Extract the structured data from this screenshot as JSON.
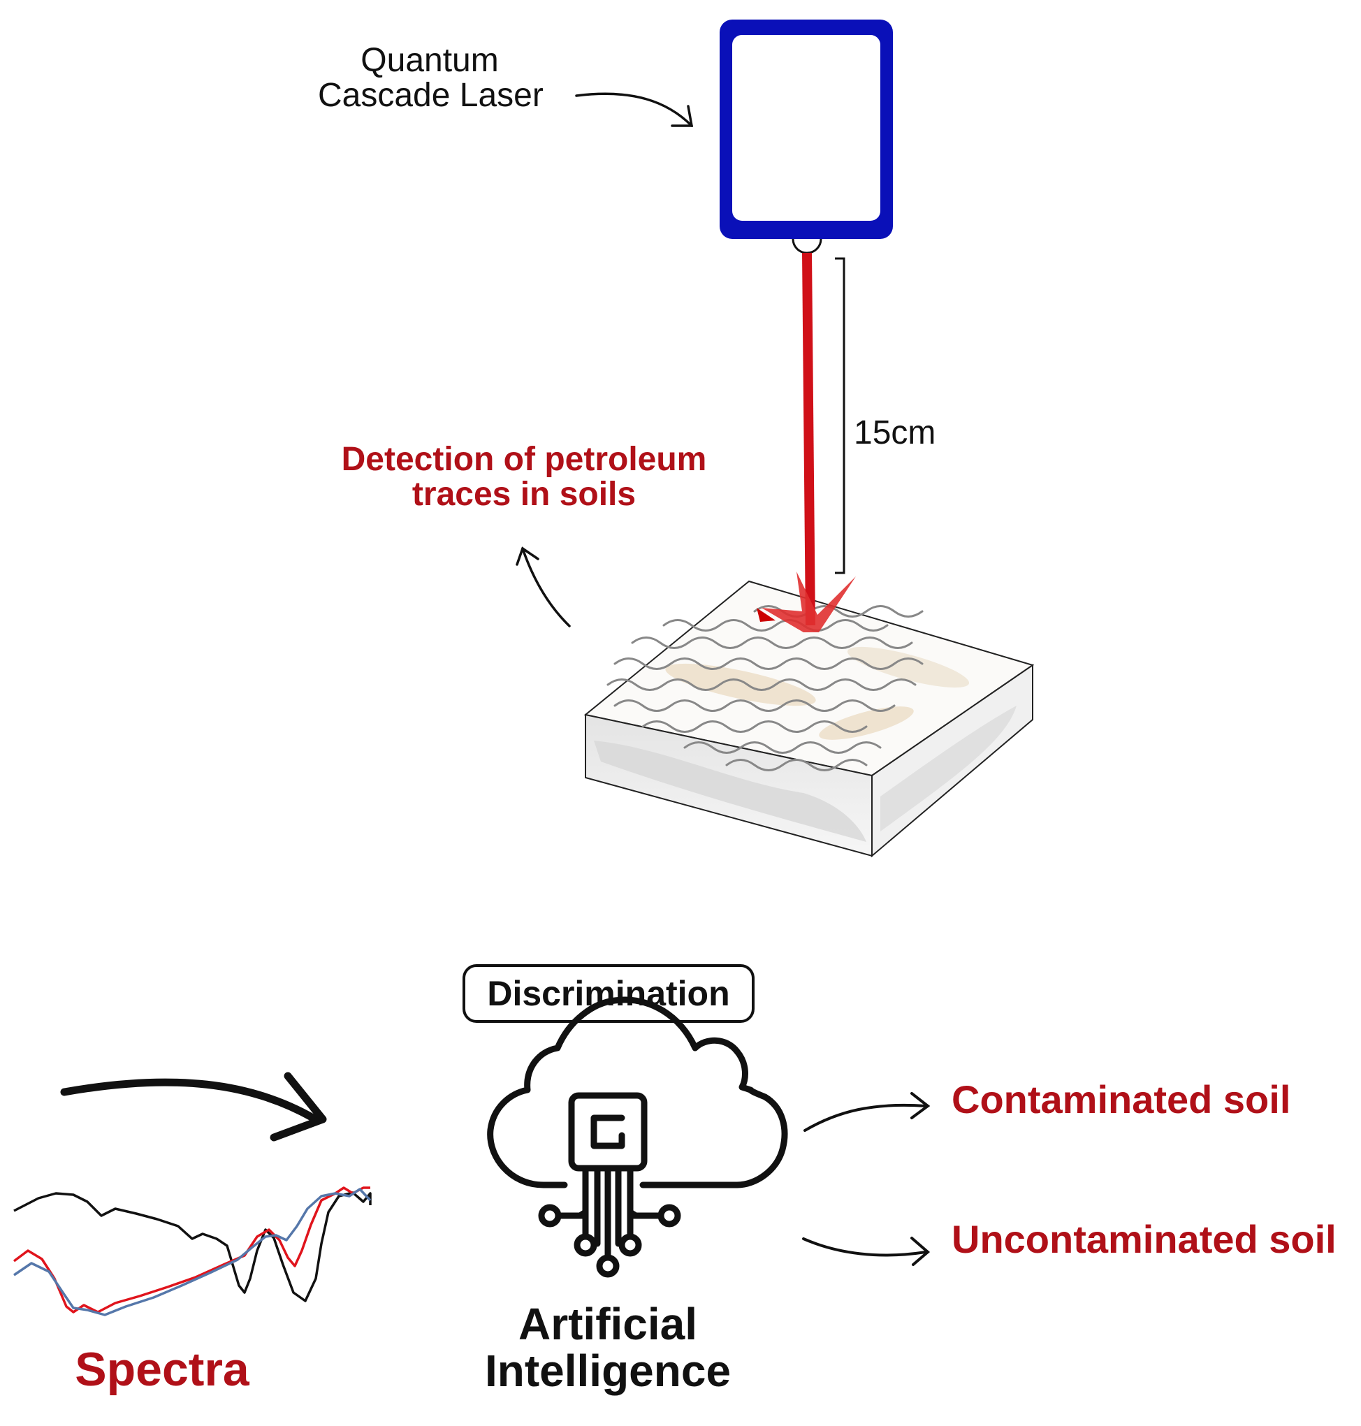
{
  "labels": {
    "laser_line1": "Quantum",
    "laser_line2": "Cascade Laser",
    "distance": "15cm",
    "detection_line1": "Detection of petroleum",
    "detection_line2": "traces in soils",
    "discrimination": "Discrimination",
    "contaminated": "Contaminated soil",
    "uncontaminated": "Uncontaminated soil",
    "ai_line1": "Artificial",
    "ai_line2": "Intelligence",
    "spectra": "Spectra"
  },
  "colors": {
    "laser_frame": "#0a10b8",
    "laser_beam": "#d01018",
    "accent_text": "#b01018",
    "spectrum_black": "#111111",
    "spectrum_red": "#e0141c",
    "spectrum_blue": "#5577aa"
  },
  "icons": [
    "laser-device-icon",
    "soil-sample-icon",
    "ai-cloud-circuit-icon"
  ]
}
